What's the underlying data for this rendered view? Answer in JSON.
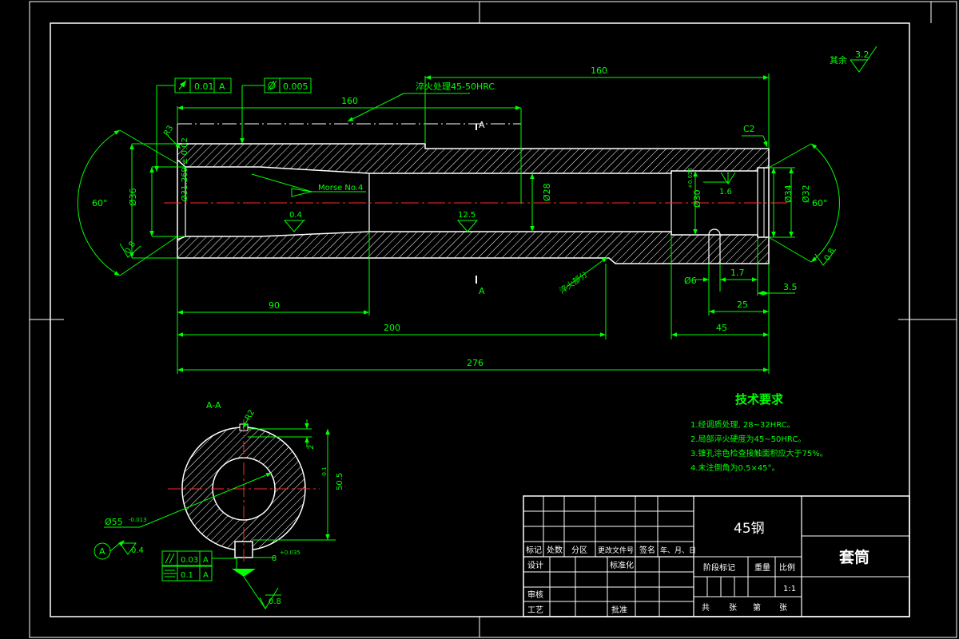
{
  "colors": {
    "background": "#000000",
    "outline": "#ffffff",
    "dimension": "#00ff00",
    "centerline": "#ff2a2a"
  },
  "roughness_general": {
    "label": "其余",
    "value": "3.2"
  },
  "gdt_top": [
    {
      "icon": "runout-icon",
      "tolerance": "0.01",
      "datum": "A"
    },
    {
      "icon": "cylindricity-icon",
      "tolerance": "0.005"
    }
  ],
  "main_view": {
    "dims": {
      "len_160_left": "160",
      "len_160_right": "160",
      "len_90": "90",
      "len_200": "200",
      "len_276": "276",
      "len_45": "45",
      "len_25": "25",
      "len_3_5": "3.5",
      "len_1_7": "1.7",
      "dia_6": "Ø6",
      "chamfer": "C2",
      "r3": "R3",
      "angle_left": "60°",
      "angle_right": "60°",
      "dia_36": "Ø36",
      "dia_31": "Ø31.269 ± 0.02",
      "dia_28": "Ø28",
      "dia_30": "Ø30",
      "dia_30_tol": "+0.023",
      "dia_34": "Ø34",
      "dia_32": "Ø32"
    },
    "annotations": {
      "heat_treat": "淬火处理45-50HRC",
      "morse": "Morse No.4",
      "section_mark": "A",
      "hardened_zone": "淬火部分"
    },
    "roughness": [
      "0.4",
      "12.5",
      "1.6",
      "0.8",
      "0.8"
    ]
  },
  "section_view": {
    "title": "A-A",
    "dim_r2": "R2",
    "dim_2": "2",
    "dim_50_5": "50.5",
    "dim_50_5_tol": "-0.1",
    "dim_55": "Ø55",
    "dim_55_tol": "-0.013",
    "dim_8": "8",
    "dim_8_tol": "+0.035",
    "datum_label": "A",
    "roughness": [
      "0.4",
      "0.8"
    ],
    "gdt": [
      {
        "icon": "parallelism-icon",
        "tolerance": "0.03",
        "datum": "A"
      },
      {
        "icon": "symmetry-icon",
        "tolerance": "0.1",
        "datum": "A"
      }
    ]
  },
  "tech_requirements": {
    "title": "技术要求",
    "items": [
      "1.经调质处理, 28~32HRC。",
      "2.局部淬火硬度为45~50HRC。",
      "3.锥孔涂色检查接触面积应大于75%。",
      "4.未注倒角为0.5×45°。"
    ]
  },
  "title_block": {
    "material": "45钢",
    "part_name": "套筒",
    "scale": "1:1",
    "headers": [
      "标记",
      "处数",
      "分区",
      "更改文件号",
      "签名",
      "年、月、日"
    ],
    "design": "设计",
    "standardize": "标准化",
    "stage_mark": "阶段标记",
    "weight": "重量",
    "ratio": "比例",
    "review": "审核",
    "process": "工艺",
    "approve": "批准",
    "sheets": [
      "共",
      "张",
      "第",
      "张"
    ]
  }
}
